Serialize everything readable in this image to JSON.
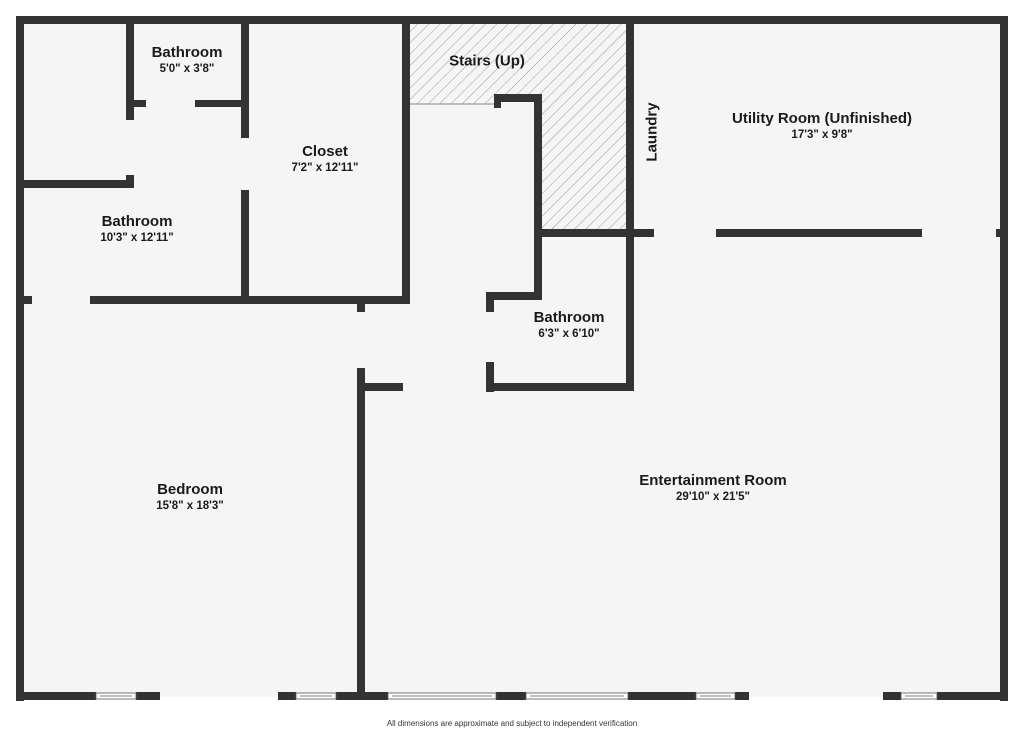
{
  "floorplan": {
    "rooms": [
      {
        "id": "bath1",
        "name": "Bathroom",
        "dims": "5'0\" x 3'8\""
      },
      {
        "id": "bath2",
        "name": "Bathroom",
        "dims": "10'3\" x 12'11\""
      },
      {
        "id": "closet",
        "name": "Closet",
        "dims": "7'2\" x 12'11\""
      },
      {
        "id": "stairs",
        "name": "Stairs (Up)",
        "dims": ""
      },
      {
        "id": "laundry",
        "name": "Laundry",
        "dims": ""
      },
      {
        "id": "utility",
        "name": "Utility Room (Unfinished)",
        "dims": "17'3\" x 9'8\""
      },
      {
        "id": "bath3",
        "name": "Bathroom",
        "dims": "6'3\" x 6'10\""
      },
      {
        "id": "bedroom",
        "name": "Bedroom",
        "dims": "15'8\" x 18'3\""
      },
      {
        "id": "entertainment",
        "name": "Entertainment Room",
        "dims": "29'10\" x 21'5\""
      }
    ],
    "colors": {
      "wall": "#333333",
      "floor": "#f5f5f5",
      "hatch": "#9a9a9a"
    },
    "footer": "All dimensions are approximate and subject to independent verification"
  }
}
